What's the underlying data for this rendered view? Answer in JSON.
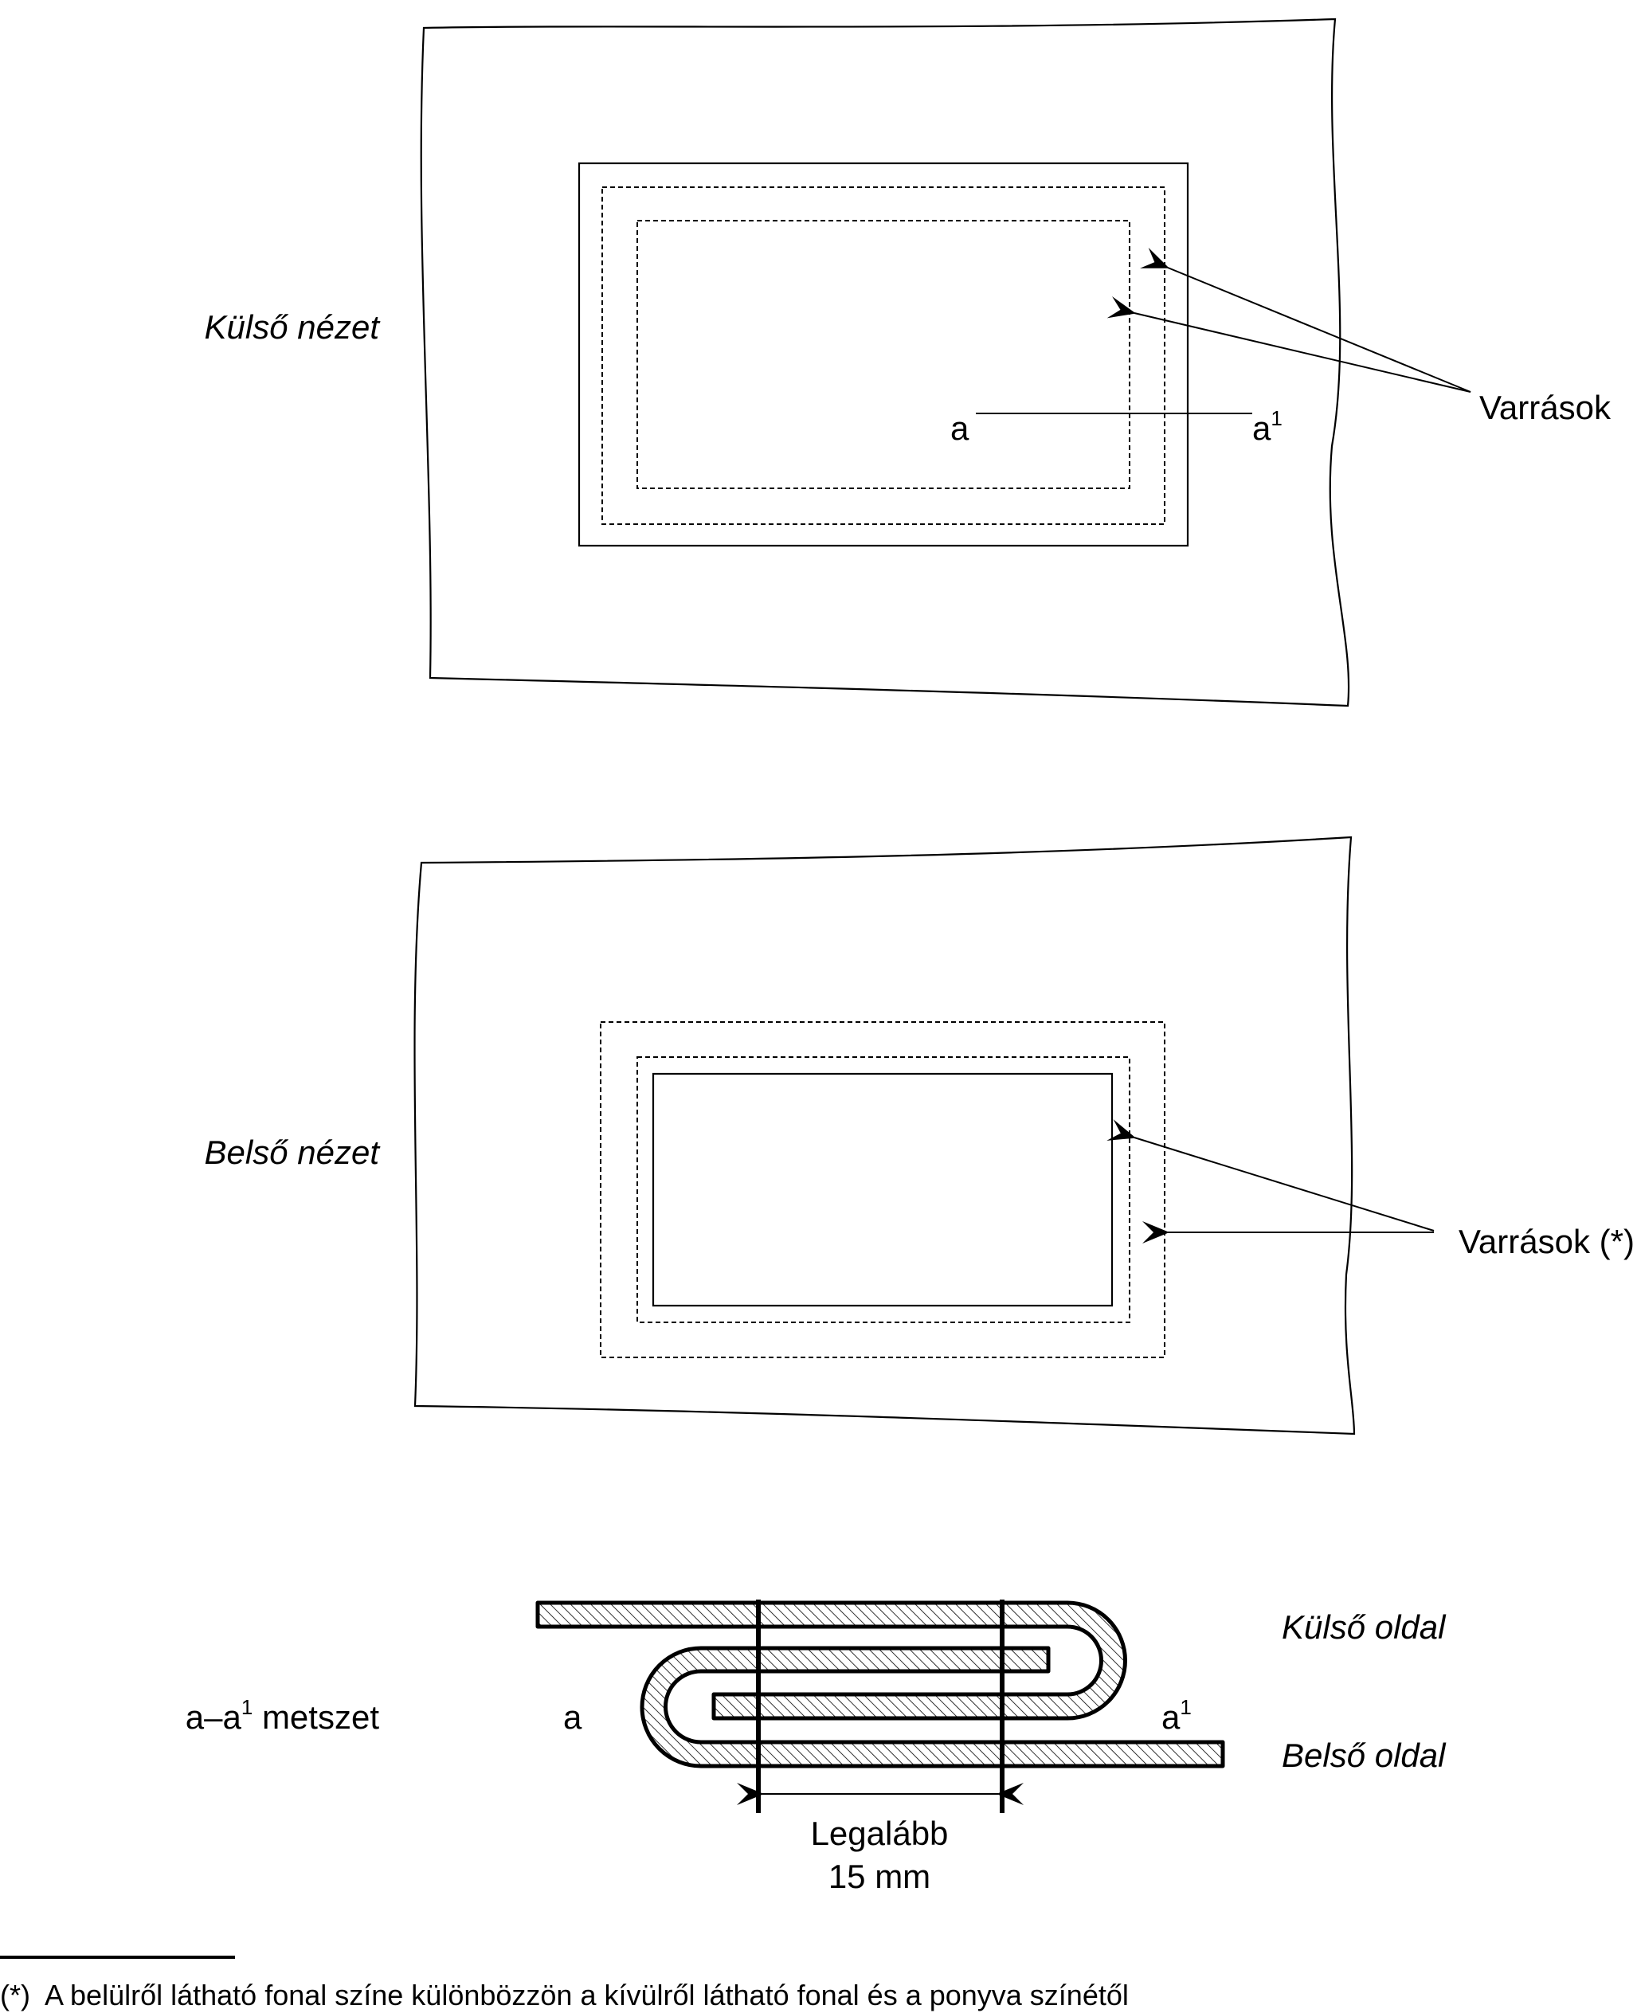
{
  "exterior_view": {
    "title": "Külső nézet",
    "section_start": "a",
    "section_end_base": "a",
    "section_end_sup": "1",
    "seams_label": "Varrások"
  },
  "interior_view": {
    "title": "Belső nézet",
    "seams_label": "Varrások (*)"
  },
  "section": {
    "title_pre": "a–a",
    "title_sup": "1",
    "title_post": " metszet",
    "left_label": "a",
    "right_label_base": "a",
    "right_label_sup": "1",
    "outer_side": "Külső oldal",
    "inner_side": "Belső oldal",
    "dimension_line1": "Legalább",
    "dimension_line2": "15 mm"
  },
  "footnote": {
    "text": "(*)  A belülről látható fonal színe különbözzön a kívülről látható fonal és a ponyva színétől"
  }
}
